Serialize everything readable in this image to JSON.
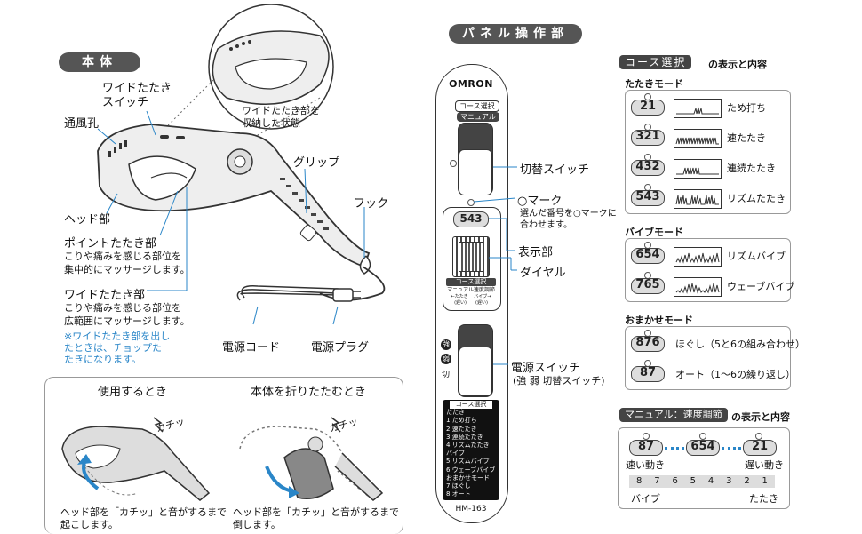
{
  "left": {
    "main_title": "本体",
    "callouts": {
      "wide_switch": "ワイドたたき\nスイッチ",
      "vent": "通風孔",
      "head": "ヘッド部",
      "stored_note": "ワイドたたき部を\n収納した状態",
      "grip": "グリップ",
      "hook": "フック",
      "point_title": "ポイントたたき部",
      "point_desc": "こりや痛みを感じる部位を\n集中的にマッサージします。",
      "wide_title": "ワイドたたき部",
      "wide_desc": "こりや痛みを感じる部位を\n広範囲にマッサージします。",
      "wide_note": "※ワイドたたき部を出したときは、チョップたたきになります。",
      "cord": "電源コード",
      "plug": "電源プラグ"
    },
    "usage": {
      "use_title": "使用するとき",
      "fold_title": "本体を折りたたむとき",
      "click_sound": "カチッ",
      "use_caption": "ヘッド部を「カチッ」と音がするまで\n起こします。",
      "fold_caption": "ヘッド部を「カチッ」と音がするまで\n倒します。"
    }
  },
  "panel": {
    "title": "パネル操作部",
    "brand": "OMRON",
    "course_select_label": "コース選択",
    "manual_label": "マニュアル",
    "display_value": "543",
    "manual_speed_line": "マニュアル速度調節",
    "manual_speed_sub": "←たたき 　バイブ→",
    "manual_speed_sub2": "(遅い)　　(遅い)",
    "power_marks": [
      "強",
      "弱",
      "切"
    ],
    "course_list_title": "コース選択",
    "course_list": [
      "たたき",
      "1 ため打ち",
      "2 速たたき",
      "3 連続たたき",
      "4 リズムたたき",
      "バイブ",
      "5 リズムバイブ",
      "6 ウェーブバイブ",
      "おまかせモード",
      "7 ほぐし",
      "8 オート"
    ],
    "model": "HM-163",
    "labels": {
      "switch": "切替スイッチ",
      "maru": "○マーク",
      "maru_desc": "選んだ番号を○マークに\n合わせます。",
      "display": "表示部",
      "dial": "ダイヤル",
      "power": "電源スイッチ",
      "power_sub": "(強 弱 切替スイッチ)"
    }
  },
  "course": {
    "header_tag": "コース選択",
    "header_suffix": "の表示と内容",
    "tataki_title": "たたきモード",
    "tataki": [
      {
        "code": "21",
        "name": "ため打ち"
      },
      {
        "code": "321",
        "name": "速たたき"
      },
      {
        "code": "432",
        "name": "連続たたき"
      },
      {
        "code": "543",
        "name": "リズムたたき"
      }
    ],
    "vibe_title": "バイブモード",
    "vibe": [
      {
        "code": "654",
        "name": "リズムバイブ"
      },
      {
        "code": "765",
        "name": "ウェーブバイブ"
      }
    ],
    "omakase_title": "おまかせモード",
    "omakase": [
      {
        "code": "876",
        "name": "ほぐし（5と6の組み合わせ）"
      },
      {
        "code": "87",
        "name": "オート（1～6の繰り返し）"
      }
    ]
  },
  "manual": {
    "header_tag": "マニュアル：速度調節",
    "header_suffix": "の表示と内容",
    "codes": [
      "87",
      "654",
      "21"
    ],
    "slow_label": "遅い動き",
    "fast_label": "速い動き",
    "scale": [
      "8",
      "7",
      "6",
      "5",
      "4",
      "3",
      "2",
      "1"
    ],
    "vibe_label": "バイブ",
    "tataki_label": "たたき"
  }
}
